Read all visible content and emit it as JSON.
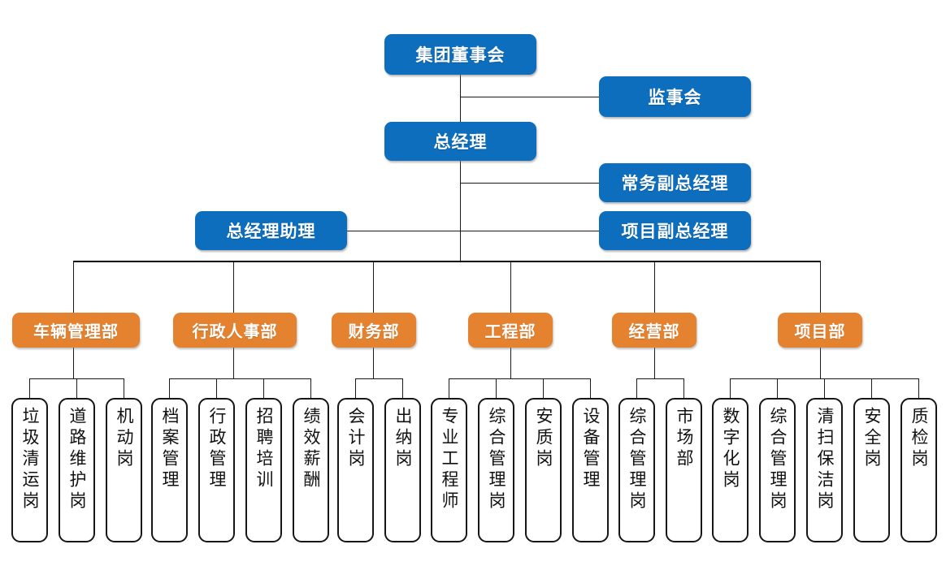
{
  "colors": {
    "blue": "#0E6EBE",
    "orange": "#E5822F",
    "line": "#1a1a1a",
    "leaf_border": "#161616",
    "background": "#ffffff"
  },
  "chart_data": {
    "type": "diagram",
    "title": "",
    "diagram_kind": "organization-chart",
    "levels": [
      "governance",
      "executive",
      "departments",
      "positions"
    ]
  },
  "top": {
    "board": "集团董事会",
    "supervisory": "监事会",
    "general_manager": "总经理",
    "exec_vice_gm": "常务副总经理",
    "project_vice_gm": "项目副总经理",
    "gm_assistant": "总经理助理"
  },
  "departments": [
    {
      "id": "vehicle",
      "label": "车辆管理部",
      "positions": [
        "垃圾清运岗",
        "道路维护岗",
        "机动岗"
      ]
    },
    {
      "id": "admin-hr",
      "label": "行政人事部",
      "positions": [
        "档案管理",
        "行政管理",
        "招聘培训",
        "绩效薪酬"
      ]
    },
    {
      "id": "finance",
      "label": "财务部",
      "positions": [
        "会计岗",
        "出纳岗"
      ]
    },
    {
      "id": "engineering",
      "label": "工程部",
      "positions": [
        "专业工程师",
        "综合管理岗",
        "安质岗",
        "设备管理"
      ]
    },
    {
      "id": "operations",
      "label": "经营部",
      "positions": [
        "综合管理岗",
        "市场部"
      ]
    },
    {
      "id": "project",
      "label": "项目部",
      "positions": [
        "数字化岗",
        "综合管理岗",
        "清扫保洁岗",
        "安全岗",
        "质检岗"
      ]
    }
  ]
}
